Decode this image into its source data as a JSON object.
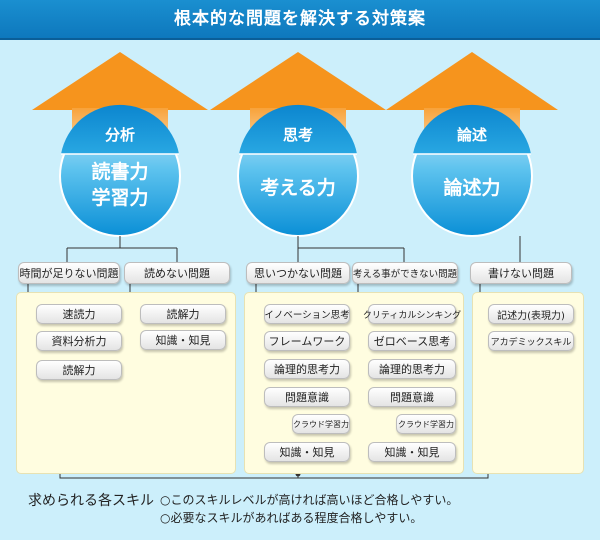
{
  "title": "根本的な問題を解決する対策案",
  "columns": [
    {
      "header": "分析",
      "big": [
        "読書力",
        "学習力"
      ]
    },
    {
      "header": "思考",
      "big": [
        "考える力"
      ]
    },
    {
      "header": "論述",
      "big": [
        "論述力"
      ]
    }
  ],
  "problems": {
    "p1": "時間が足りない問題",
    "p2": "読めない問題",
    "p3": "思いつかない問題",
    "p4": "考える事ができない問題",
    "p5": "書けない問題"
  },
  "skills": {
    "p1": [
      "速読力",
      "資料分析力",
      "読解力"
    ],
    "p2": [
      "読解力",
      "知識・知見"
    ],
    "p3": [
      "イノベーション思考",
      "フレームワーク",
      "論理的思考力",
      "問題意識",
      "クラウド学習力",
      "知識・知見"
    ],
    "p4": [
      "クリティカルシンキング",
      "ゼロベース思考",
      "論理的思考力",
      "問題意識",
      "クラウド学習力",
      "知識・知見"
    ],
    "p5": [
      "記述力(表現力)",
      "アカデミックスキル"
    ]
  },
  "footer": {
    "label": "求められる各スキル",
    "notes": [
      "○このスキルレベルが高ければ高いほど合格しやすい。",
      "○必要なスキルがあればある程度合格しやすい。"
    ]
  },
  "colors": {
    "title_bar": "#1287cb",
    "arrow_orange": "#f6941d",
    "circle_blue": "#0f97d8",
    "background": "#cceffb",
    "panel": "#fffde0"
  }
}
